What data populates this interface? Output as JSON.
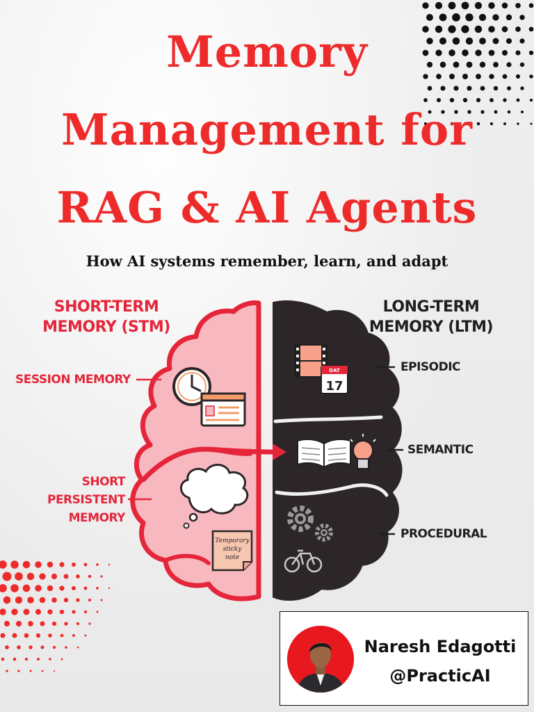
{
  "title": {
    "line1": "Memory",
    "line2": "Management for",
    "line3": "RAG & AI Agents"
  },
  "subtitle": "How AI systems remember, learn, and adapt",
  "stm": {
    "heading_line1": "SHORT-TERM",
    "heading_line2": "MEMORY (STM)",
    "session_label": "SESSION MEMORY",
    "persistent_line1": "SHORT",
    "persistent_line2": "PERSISTENT",
    "persistent_line3": "MEMORY",
    "sticky_line1": "Temporary",
    "sticky_line2": "sticky",
    "sticky_line3": "note"
  },
  "ltm": {
    "heading_line1": "LONG-TERM",
    "heading_line2": "MEMORY (LTM)",
    "episodic_label": "EPISODIC",
    "semantic_label": "SEMANTIC",
    "procedural_label": "PROCEDURAL",
    "calendar_day": "17",
    "calendar_month": "DAT"
  },
  "author": {
    "name": "Naresh Edagotti",
    "handle": "@PracticAI"
  },
  "colors": {
    "accent_red": "#ee2b2b",
    "stm_fill": "#f7b8c0",
    "stm_stroke": "#e5263a",
    "ltm_fill": "#2c2628"
  },
  "icons": [
    "clock-icon",
    "browser-window-icon",
    "thought-bubble-icon",
    "sticky-note-icon",
    "film-strip-icon",
    "calendar-icon",
    "open-book-icon",
    "lightbulb-icon",
    "gears-icon",
    "bicycle-icon"
  ]
}
